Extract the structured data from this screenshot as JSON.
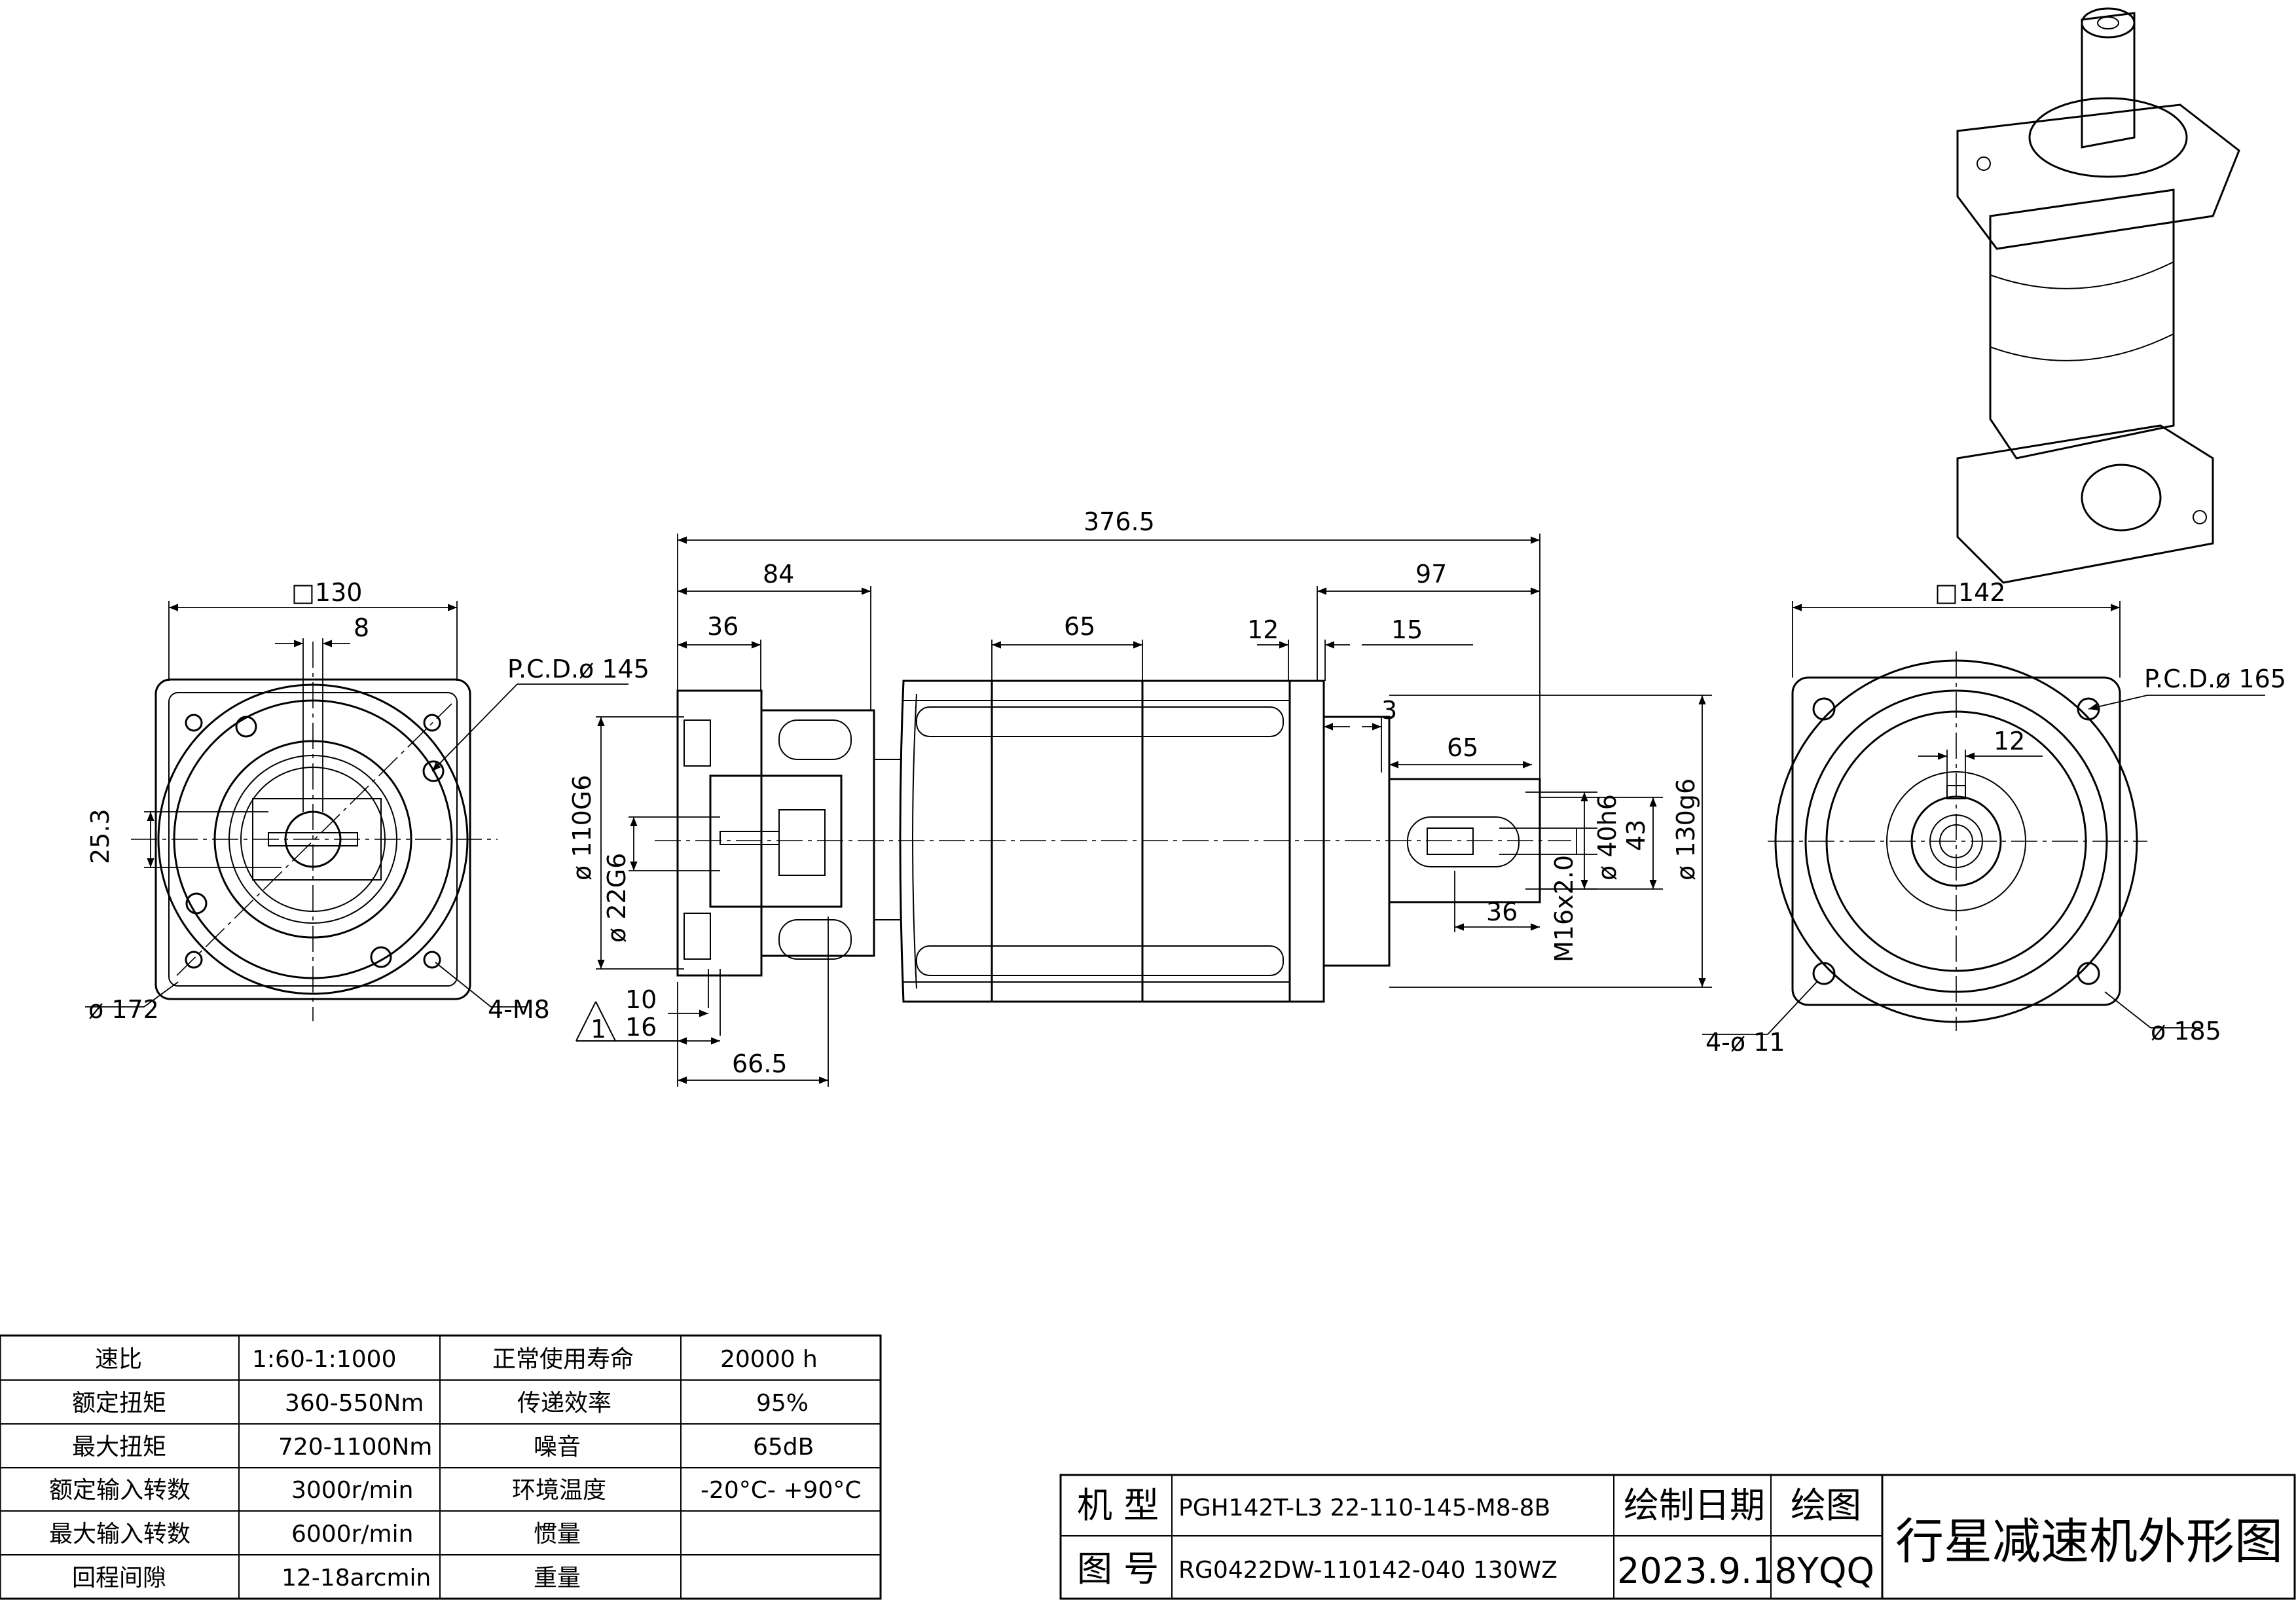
{
  "dimensions": {
    "square_130": "□130",
    "key_8": "8",
    "pcd_145": "P.C.D.ø 145",
    "d_253": "25.3",
    "d_172": "ø 172",
    "holes_m8": "4-M8",
    "total_3765": "376.5",
    "d_84": "84",
    "d_36a": "36",
    "d_65a": "65",
    "d_12a": "12",
    "d_15": "15",
    "d_97": "97",
    "d_3": "3",
    "d_65b": "65",
    "d_36b": "36",
    "d_110g6": "ø 110G6",
    "d_22g6": "ø 22G6",
    "d_40h6": "ø 40h6",
    "d_43": "43",
    "d_130g6": "ø 130g6",
    "m16": "M16x2.0",
    "d_10": "10",
    "d_16": "16",
    "d_665": "66.5",
    "datum": "1",
    "square_142": "□142",
    "pcd_165": "P.C.D.ø 165",
    "d_12b": "12",
    "holes_11": "4-ø 11",
    "d_185": "ø 185"
  },
  "spec_table": [
    [
      "速比",
      "1:60-1:1000",
      "正常使用寿命",
      "20000  h"
    ],
    [
      "额定扭矩",
      "360-550Nm",
      "传递效率",
      "95%"
    ],
    [
      "最大扭矩",
      "720-1100Nm",
      "噪音",
      "65dB"
    ],
    [
      "额定输入转数",
      "3000r/min",
      "环境温度",
      "-20°C- +90°C"
    ],
    [
      "最大输入转数",
      "6000r/min",
      "惯量",
      ""
    ],
    [
      "回程间隙",
      "12-18arcmin",
      "重量",
      ""
    ]
  ],
  "title_block": {
    "model_label": "机 型",
    "model_value": "PGH142T-L3  22-110-145-M8-8B",
    "drawing_no_label": "图 号",
    "drawing_no_value": "RG0422DW-110142-040  130WZ",
    "date_label": "绘制日期",
    "date_value": "2023.9.18",
    "drawer_label": "绘图",
    "drawer_value": "YQQ",
    "drawing_title": "行星减速机外形图"
  }
}
